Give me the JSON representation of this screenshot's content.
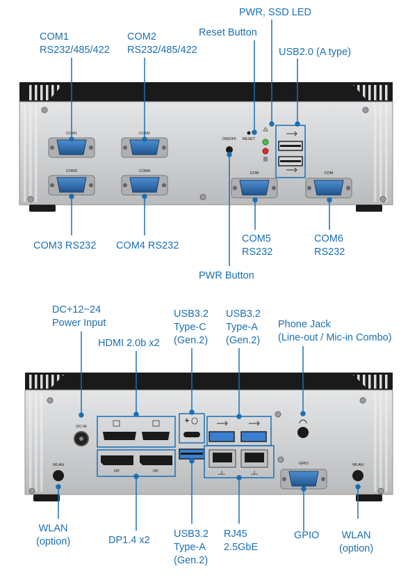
{
  "front_panel": {
    "labels": {
      "com1": "COM1\nRS232/485/422",
      "com2": "COM2\nRS232/485/422",
      "pwr_ssd_led": "PWR, SSD LED",
      "reset_button": "Reset Button",
      "usb20": "USB2.0 (A type)",
      "com3": "COM3 RS232",
      "com4": "COM4 RS232",
      "com5": "COM5\nRS232",
      "com6": "COM6\nRS232",
      "pwr_button": "PWR Button"
    },
    "silkscreen": {
      "com1": "COM1",
      "com2": "COM2",
      "com3": "COM3",
      "com4": "COM4",
      "on_off": "ON/OFF",
      "reset": "RESET",
      "com5": "COM",
      "com6": "COM"
    }
  },
  "rear_panel": {
    "labels": {
      "dc_in": "DC+12~24\nPower Input",
      "hdmi": "HDMI 2.0b x2",
      "usb32_typec": "USB3.2\nType-C\n(Gen.2)",
      "usb32_typea_top": "USB3.2\nType-A\n(Gen.2)",
      "phone_jack": "Phone Jack\n(Line-out / Mic-in Combo)",
      "wlan_left": "WLAN\n(option)",
      "dp": "DP1.4 x2",
      "usb32_typea_bottom": "USB3.2\nType-A\n(Gen.2)",
      "rj45": "RJ45\n2.5GbE",
      "gpio": "GPIO",
      "wlan_right": "WLAN\n(option)"
    },
    "silkscreen": {
      "dc_in": "DC-IN",
      "wlan_left": "WLAN",
      "dp_left": "DP",
      "dp_right": "DP",
      "gpio": "GPIO",
      "wlan_right": "WLAN"
    }
  },
  "colors": {
    "label": "#1a6fb4",
    "leader_line": "#1a6fb4",
    "chassis": "#c9cbcd",
    "chassis_dark": "#1a1a1a",
    "db9_port": "#2f6fb2"
  }
}
